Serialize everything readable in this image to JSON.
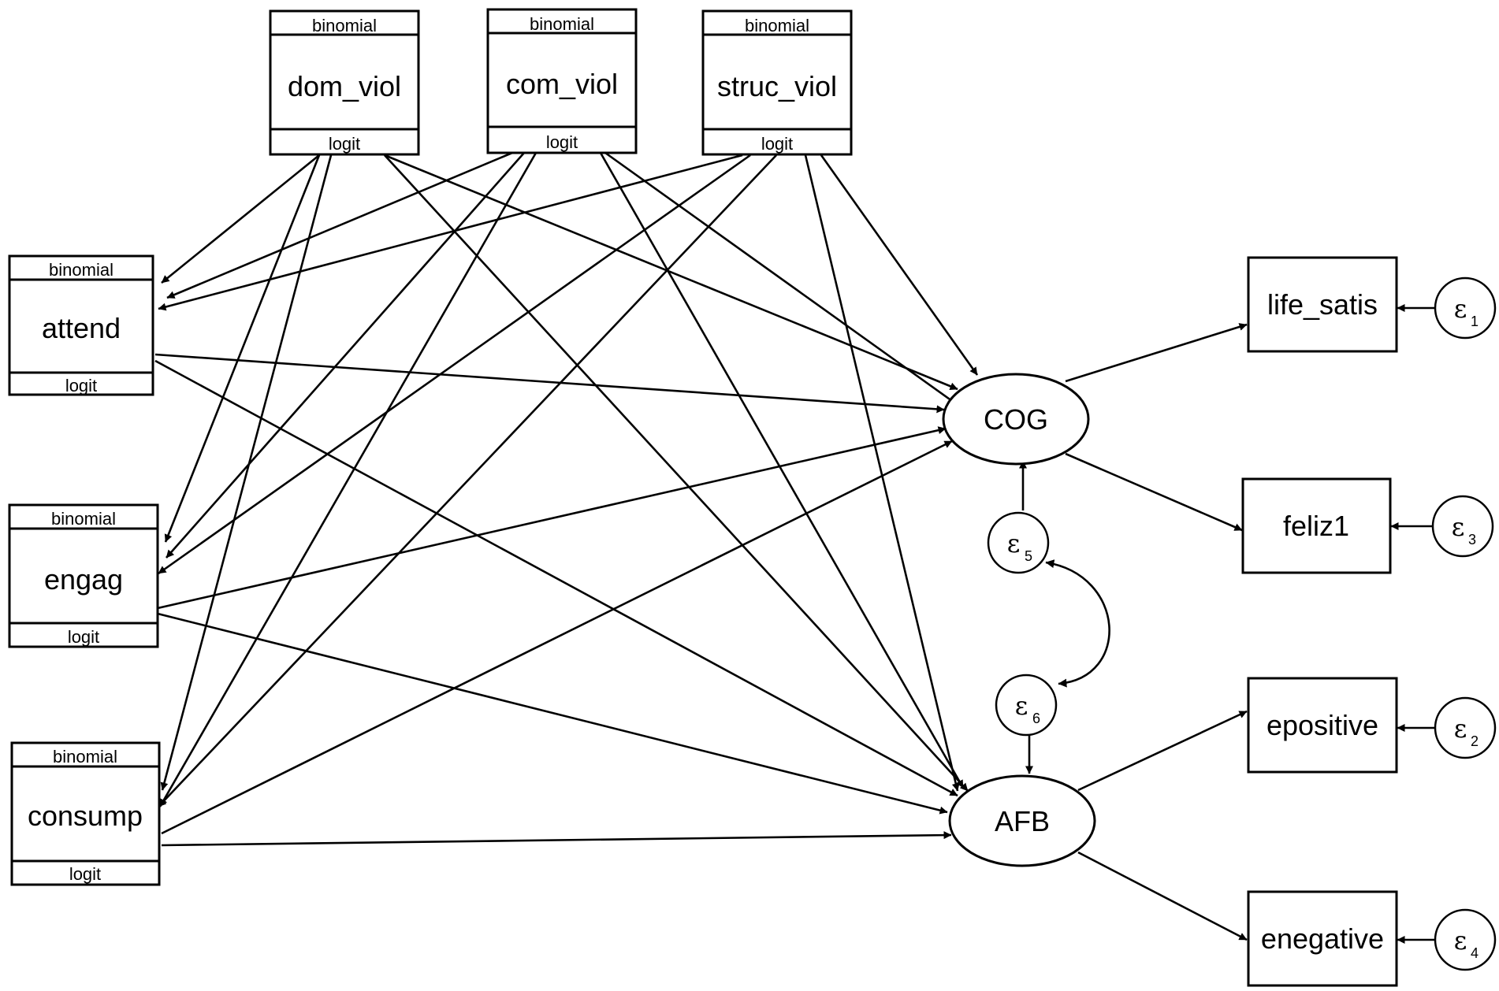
{
  "diagram": {
    "colors": {
      "stroke": "#000000",
      "fill": "#ffffff"
    },
    "exogenous": [
      {
        "id": "dom_viol",
        "label": "dom_viol",
        "family": "binomial",
        "link": "logit"
      },
      {
        "id": "com_viol",
        "label": "com_viol",
        "family": "binomial",
        "link": "logit"
      },
      {
        "id": "struc_viol",
        "label": "struc_viol",
        "family": "binomial",
        "link": "logit"
      }
    ],
    "mediators": [
      {
        "id": "attend",
        "label": "attend",
        "family": "binomial",
        "link": "logit"
      },
      {
        "id": "engag",
        "label": "engag",
        "family": "binomial",
        "link": "logit"
      },
      {
        "id": "consump",
        "label": "consump",
        "family": "binomial",
        "link": "logit"
      }
    ],
    "latents": [
      {
        "id": "COG",
        "label": "COG",
        "error": {
          "symbol": "ε",
          "sub": "5"
        }
      },
      {
        "id": "AFB",
        "label": "AFB",
        "error": {
          "symbol": "ε",
          "sub": "6"
        }
      }
    ],
    "indicators": [
      {
        "id": "life_satis",
        "label": "life_satis",
        "error": {
          "symbol": "ε",
          "sub": "1"
        }
      },
      {
        "id": "feliz1",
        "label": "feliz1",
        "error": {
          "symbol": "ε",
          "sub": "3"
        }
      },
      {
        "id": "epositive",
        "label": "epositive",
        "error": {
          "symbol": "ε",
          "sub": "2"
        }
      },
      {
        "id": "enegative",
        "label": "enegative",
        "error": {
          "symbol": "ε",
          "sub": "4"
        }
      }
    ]
  }
}
